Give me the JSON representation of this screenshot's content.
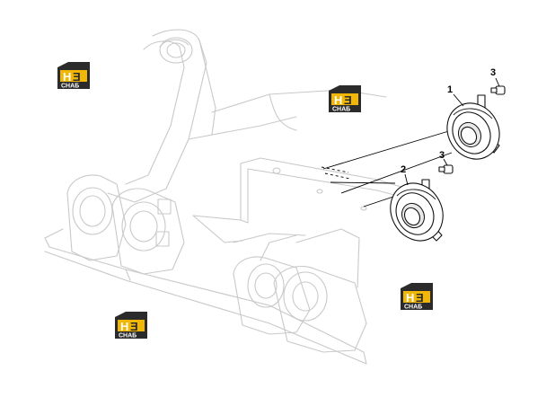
{
  "callouts": {
    "horn_1": "1",
    "horn_2": "2",
    "bolt_3a": "3",
    "bolt_3b": "3"
  },
  "watermark": {
    "letter_h": "H",
    "letter_e": "Ǝ",
    "word": "CHAБ",
    "colors": {
      "dark": "#2b2b2b",
      "yellow": "#f2b705",
      "white": "#ffffff"
    }
  }
}
